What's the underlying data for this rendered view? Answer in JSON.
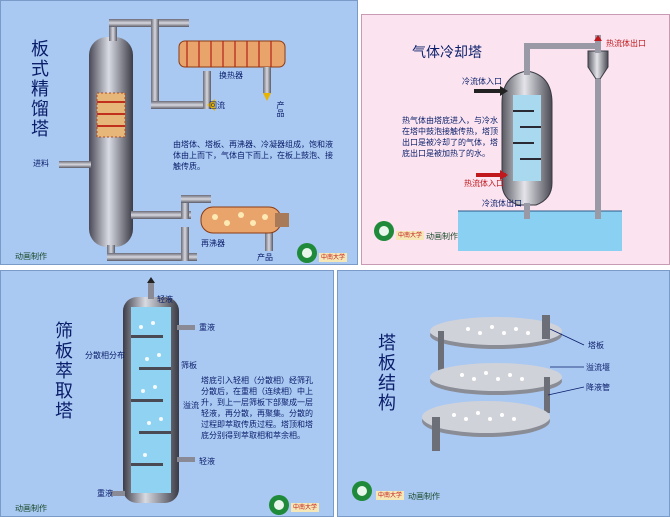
{
  "panel1": {
    "title": "板式精馏塔",
    "feed": "进料",
    "exchanger": "换热器",
    "reflux": "回流",
    "product_top": "产品",
    "reboiler": "再沸器",
    "product_bottom": "产品",
    "desc": "由塔体、塔板、再沸器、冷凝器组成，饱和液体由上而下，气体自下而上，在板上鼓泡、接触传质。",
    "footer": "动画制作",
    "uni": "中南大学"
  },
  "panel2": {
    "title": "气体冷却塔",
    "hot_water_out": "热流体出口",
    "cold_in": "冷流体入口",
    "hot_in": "热流体入口",
    "cold_out": "冷流体出口",
    "desc": "热气体由塔底进入，与冷水在塔中鼓泡接触传热，塔顶出口是被冷却了的气体，塔底出口是被加热了的水。",
    "footer": "动画制作",
    "uni": "中南大学"
  },
  "panel3": {
    "title": "筛板萃取塔",
    "light_out": "轻液",
    "heavy_in": "重液",
    "redistrib": "分散相分布",
    "sieve": "筛板",
    "downcomer": "溢流",
    "light_in": "轻液",
    "heavy_out": "重液",
    "desc": "塔底引入轻相（分散相）经筛孔分散后，在重相（连续相）中上升，到上一层筛板下部聚成一层轻液，再分散，再聚集。分散的过程即萃取传质过程。塔顶和塔底分别得到萃取相和萃余相。",
    "footer": "动画制作",
    "uni": "中南大学"
  },
  "panel4": {
    "title": "塔板结构",
    "plate": "塔板",
    "weir": "溢流堰",
    "downcomer": "降液管",
    "footer": "动画制作",
    "uni": "中南大学"
  }
}
